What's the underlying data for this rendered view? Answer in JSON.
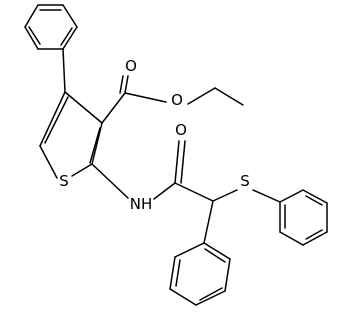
{
  "atom_labels": {
    "ester_carbonyl_oxygen": "O",
    "ester_ether_oxygen": "O",
    "amide_oxygen": "O",
    "ring_sulfur": "S",
    "amide_nitrogen": "NH",
    "thioether_sulfur": "S"
  }
}
